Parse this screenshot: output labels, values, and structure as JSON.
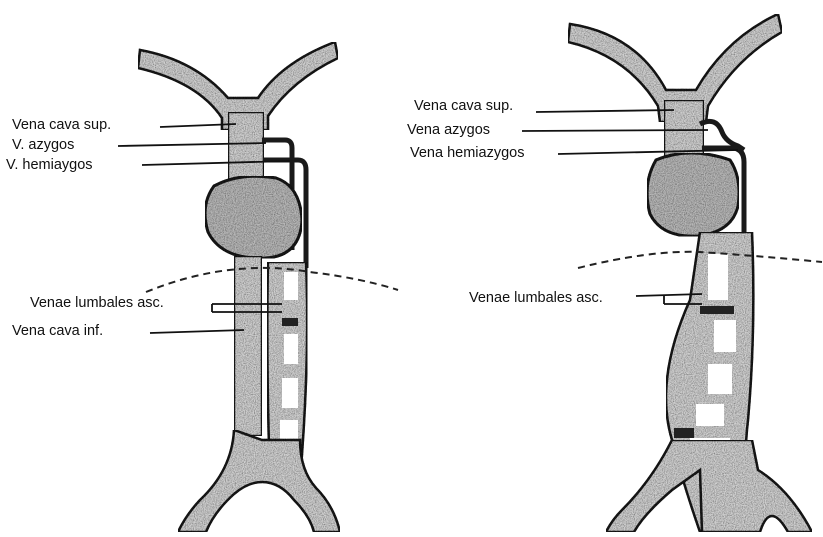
{
  "colors": {
    "vessel_fill": "#d2d2d2",
    "heart_fill": "#b9b9b9",
    "outline": "#1a1a1a",
    "leader": "#111111",
    "background": "#ffffff"
  },
  "left_figure": {
    "labels": {
      "vena_cava_sup": "Vena cava sup.",
      "v_azygos": "V. azygos",
      "v_hemiazygos": "V. hemiaygos",
      "venae_lumbales": "Venae lumbales asc.",
      "vena_cava_inf": "Vena cava inf."
    }
  },
  "right_figure": {
    "labels": {
      "vena_cava_sup": "Vena cava sup.",
      "vena_azygos": "Vena azygos",
      "vena_hemiazygos": "Vena hemiazygos",
      "venae_lumbales": "Venae lumbales asc."
    }
  }
}
